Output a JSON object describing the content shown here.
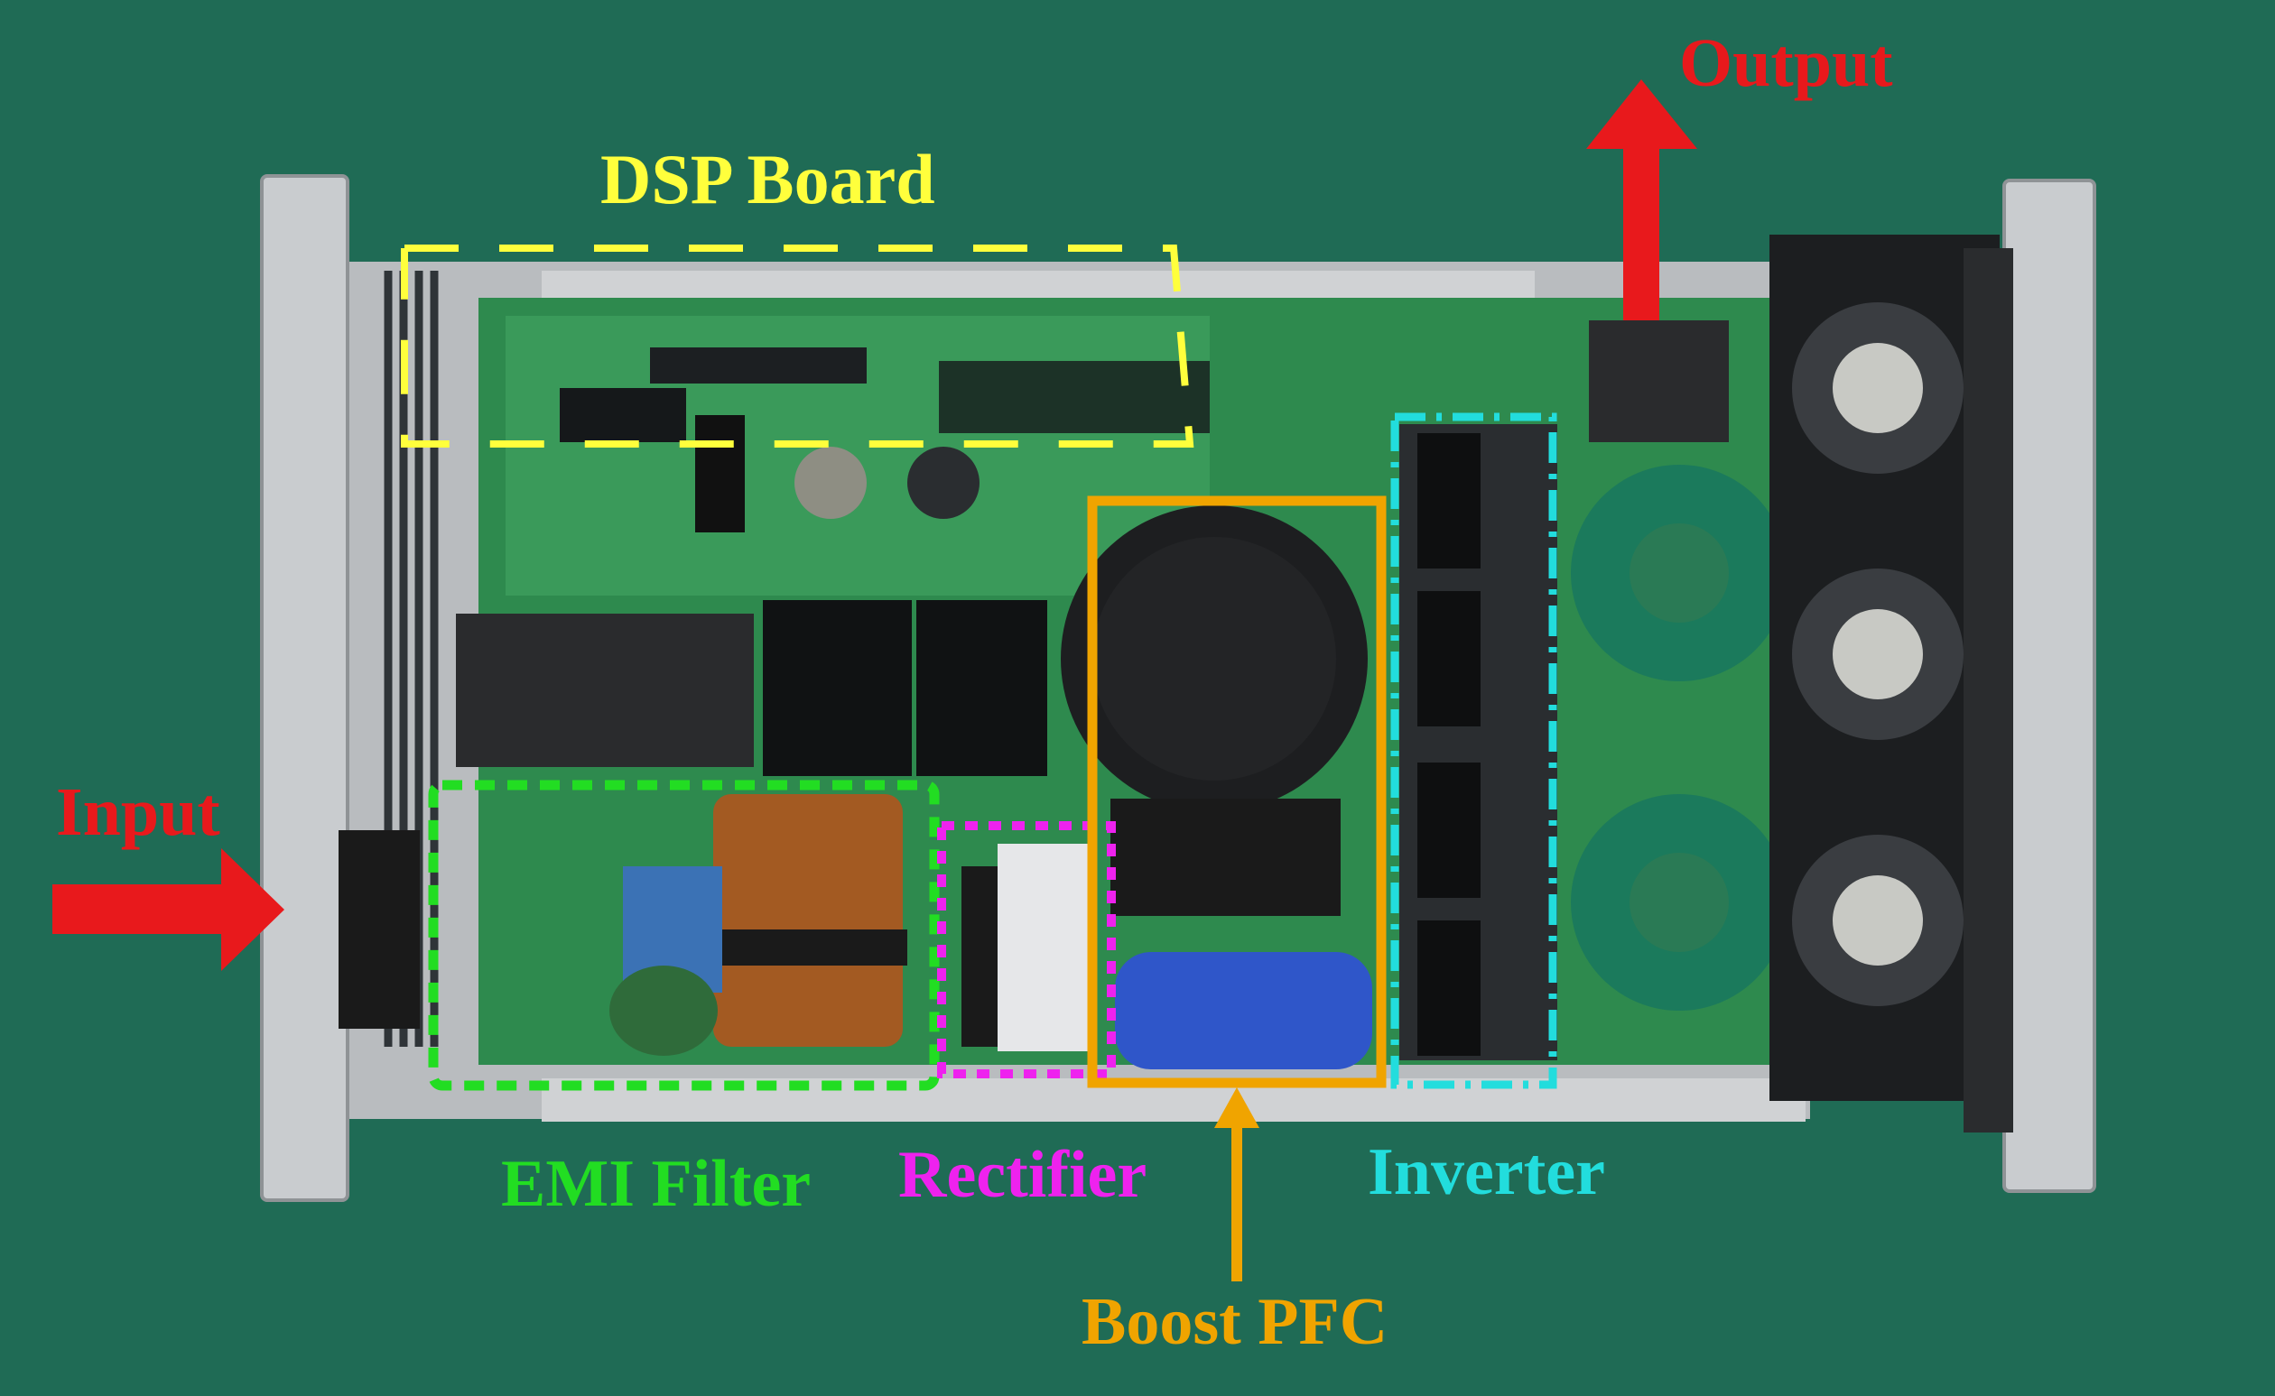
{
  "labels": {
    "dsp_board": "DSP Board",
    "output": "Output",
    "input": "Input",
    "emi_filter": "EMI Filter",
    "rectifier": "Rectifier",
    "inverter": "Inverter",
    "boost_pfc": "Boost PFC"
  },
  "colors": {
    "background": "#1f6b55",
    "dsp_board": "#ffff3c",
    "arrows": "#e8191c",
    "emi_filter": "#22dd22",
    "rectifier": "#ee22ee",
    "inverter": "#22dddd",
    "boost_pfc": "#f0a400"
  }
}
